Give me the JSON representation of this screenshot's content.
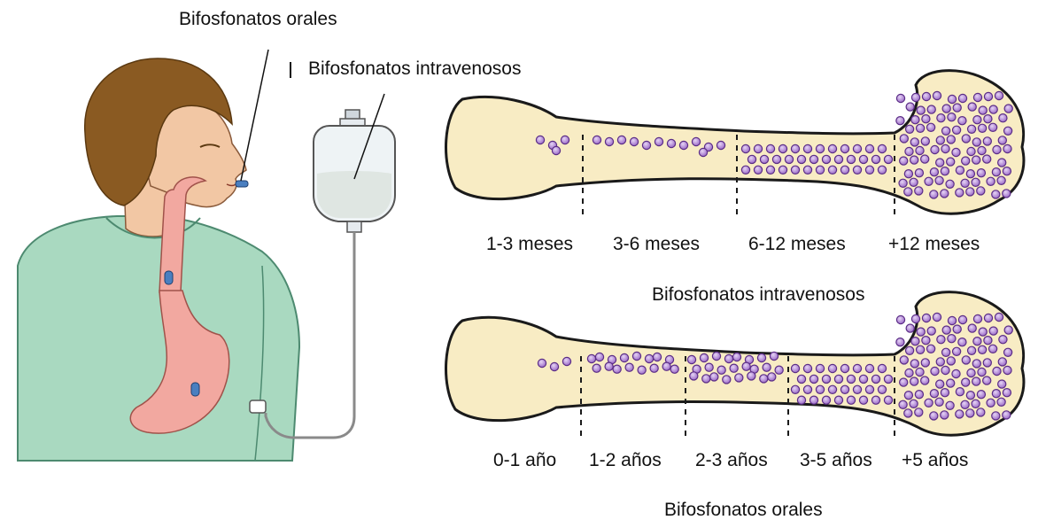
{
  "labels": {
    "oral_top": "Bifosfonatos orales",
    "iv_top": "Bifosfonatos intravenosos",
    "iv_caption": "Bifosfonatos intravenosos",
    "oral_caption": "Bifosfonatos orales"
  },
  "iv_bone": {
    "periods": [
      "1-3 meses",
      "3-6 meses",
      "6-12 meses",
      "+12 meses"
    ]
  },
  "oral_bone": {
    "periods": [
      "0-1 año",
      "1-2 años",
      "2-3 años",
      "3-5 años",
      "+5 años"
    ]
  },
  "colors": {
    "bone_fill": "#f8ecc4",
    "bone_outline": "#1a1a1a",
    "dot_fill": "#c9a7e0",
    "dot_stroke": "#5b2d86",
    "skin": "#f2c7a4",
    "hair": "#8a5a22",
    "shirt": "#a9d9c0",
    "stomach": "#f2a8a0"
  }
}
